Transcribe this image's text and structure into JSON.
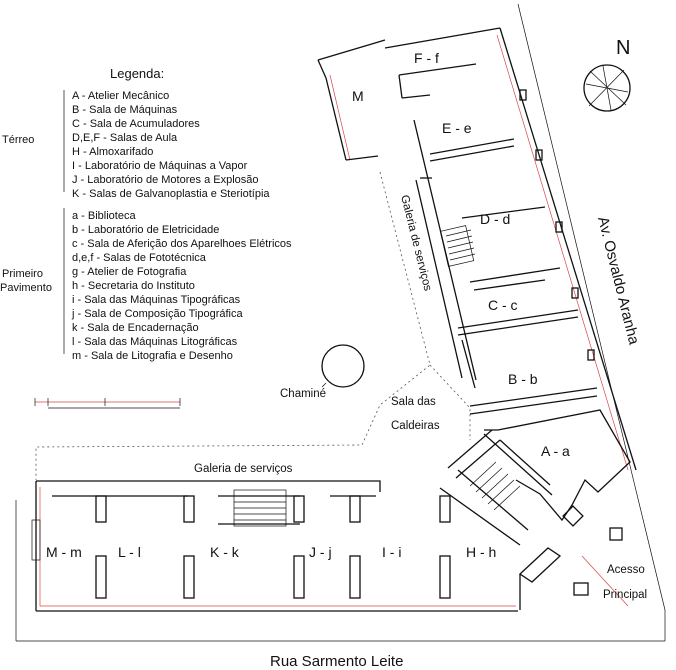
{
  "legend": {
    "title": "Legenda:",
    "terreo_label": "Térreo",
    "primeiro_label_1": "Primeiro",
    "primeiro_label_2": "Pavimento",
    "ground": [
      "A  - Atelier Mecânico",
      "B  - Sala de Máquinas",
      "C  - Sala de Acumuladores",
      "D,E,F - Salas de Aula",
      "H  - Almoxarifado",
      "I  - Laboratório de Máquinas a Vapor",
      "J  - Laboratório de Motores a Explosão",
      "K  - Salas de Galvanoplastia e Steriotípia"
    ],
    "first": [
      "a  - Biblioteca",
      "b  - Laboratório de Eletricidade",
      "c  - Sala de Aferição dos Aparelhoes Elétricos",
      "d,e,f - Salas de Fototécnica",
      "g  - Atelier de Fotografia",
      "h  - Secretaria do Instituto",
      "i  - Sala das Máquinas Tipográficas",
      "j  - Sala de Composição Tipográfica",
      "k  - Sala de Encadernação",
      "l  - Sala das Máquinas Litográficas",
      "m - Sala de Litografia e Desenho"
    ]
  },
  "rooms": {
    "ff": "F - f",
    "m": "M",
    "ee": "E - e",
    "dd": "D - d",
    "cc": "C - c",
    "bb": "B - b",
    "aa": "A - a",
    "mm": "M - m",
    "ll": "L - l",
    "kk": "K - k",
    "jj": "J - j",
    "ii": "I - i",
    "hh": "H - h"
  },
  "labels": {
    "galeria_vertical": "Galeria de serviços",
    "galeria_horizontal": "Galeria de serviços",
    "chamine": "Chaminé",
    "sala_das_1": "Sala das",
    "sala_das_2": "Caldeiras",
    "acesso_1": "Acesso",
    "acesso_2": "Principal",
    "street_right": "Av. Osvaldo Aranha",
    "street_bottom": "Rua Sarmento Leite",
    "north": "N"
  }
}
